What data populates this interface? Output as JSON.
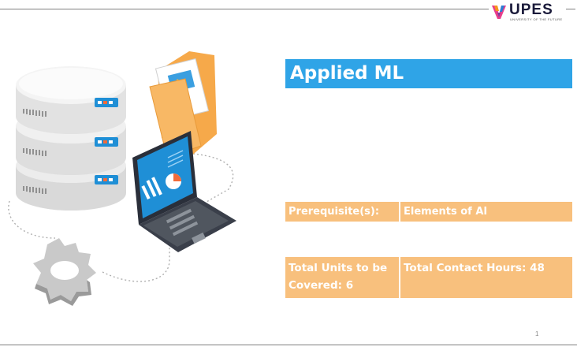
{
  "logo": {
    "text": "UPES",
    "tagline": "UNIVERSITY OF THE FUTURE"
  },
  "slide": {
    "title": "Applied ML",
    "prerequisite_label": "Prerequisite(s):",
    "prerequisite_value": "Elements of AI",
    "units_label": "Total Units to be Covered: 6",
    "contact_hours": "Total Contact Hours: 48",
    "page_number": "1"
  },
  "colors": {
    "title_bg": "#2fa4e7",
    "table_bg": "#f8c07d",
    "text_on_fill": "#ffffff"
  }
}
